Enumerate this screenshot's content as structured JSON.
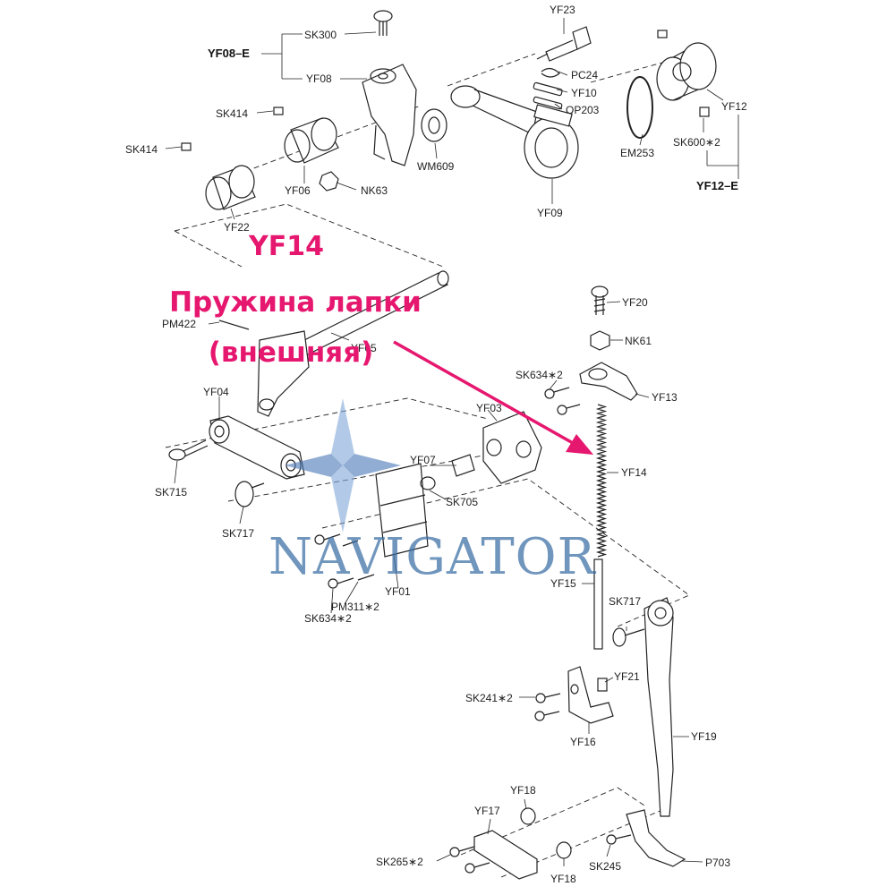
{
  "annotation": {
    "part_code": "YF14",
    "line1": "Пружина лапки",
    "line2": "(внешняя)",
    "color": "#e6176f"
  },
  "watermark": {
    "text": "NAVIGATOR",
    "color": "#3a6ea5"
  },
  "groups": {
    "yf08e": "YF08–E",
    "yf12e": "YF12–E"
  },
  "labels": {
    "sk300": "SK300",
    "yf08": "YF08",
    "sk414_a": "SK414",
    "sk414_b": "SK414",
    "yf06": "YF06",
    "yf22": "YF22",
    "nk63": "NK63",
    "wm609": "WM609",
    "yf23": "YF23",
    "pc24": "PC24",
    "yf10": "YF10",
    "op203": "OP203",
    "yf09": "YF09",
    "em253": "EM253",
    "yf12": "YF12",
    "sk600": "SK600∗2",
    "pm422": "PM422",
    "yf05": "YF05",
    "yf04": "YF04",
    "sk715": "SK715",
    "sk717_a": "SK717",
    "yf03": "YF03",
    "yf07": "YF07",
    "sk705": "SK705",
    "yf01": "YF01",
    "pm311": "PM311∗2",
    "sk634_a": "SK634∗2",
    "yf20": "YF20",
    "nk61": "NK61",
    "sk634_b": "SK634∗2",
    "yf13": "YF13",
    "yf14": "YF14",
    "yf15": "YF15",
    "sk717_b": "SK717",
    "yf21": "YF21",
    "sk241": "SK241∗2",
    "yf16": "YF16",
    "yf19": "YF19",
    "yf18_a": "YF18",
    "yf17": "YF17",
    "sk265": "SK265∗2",
    "yf18_b": "YF18",
    "sk245": "SK245",
    "p703": "P703"
  }
}
